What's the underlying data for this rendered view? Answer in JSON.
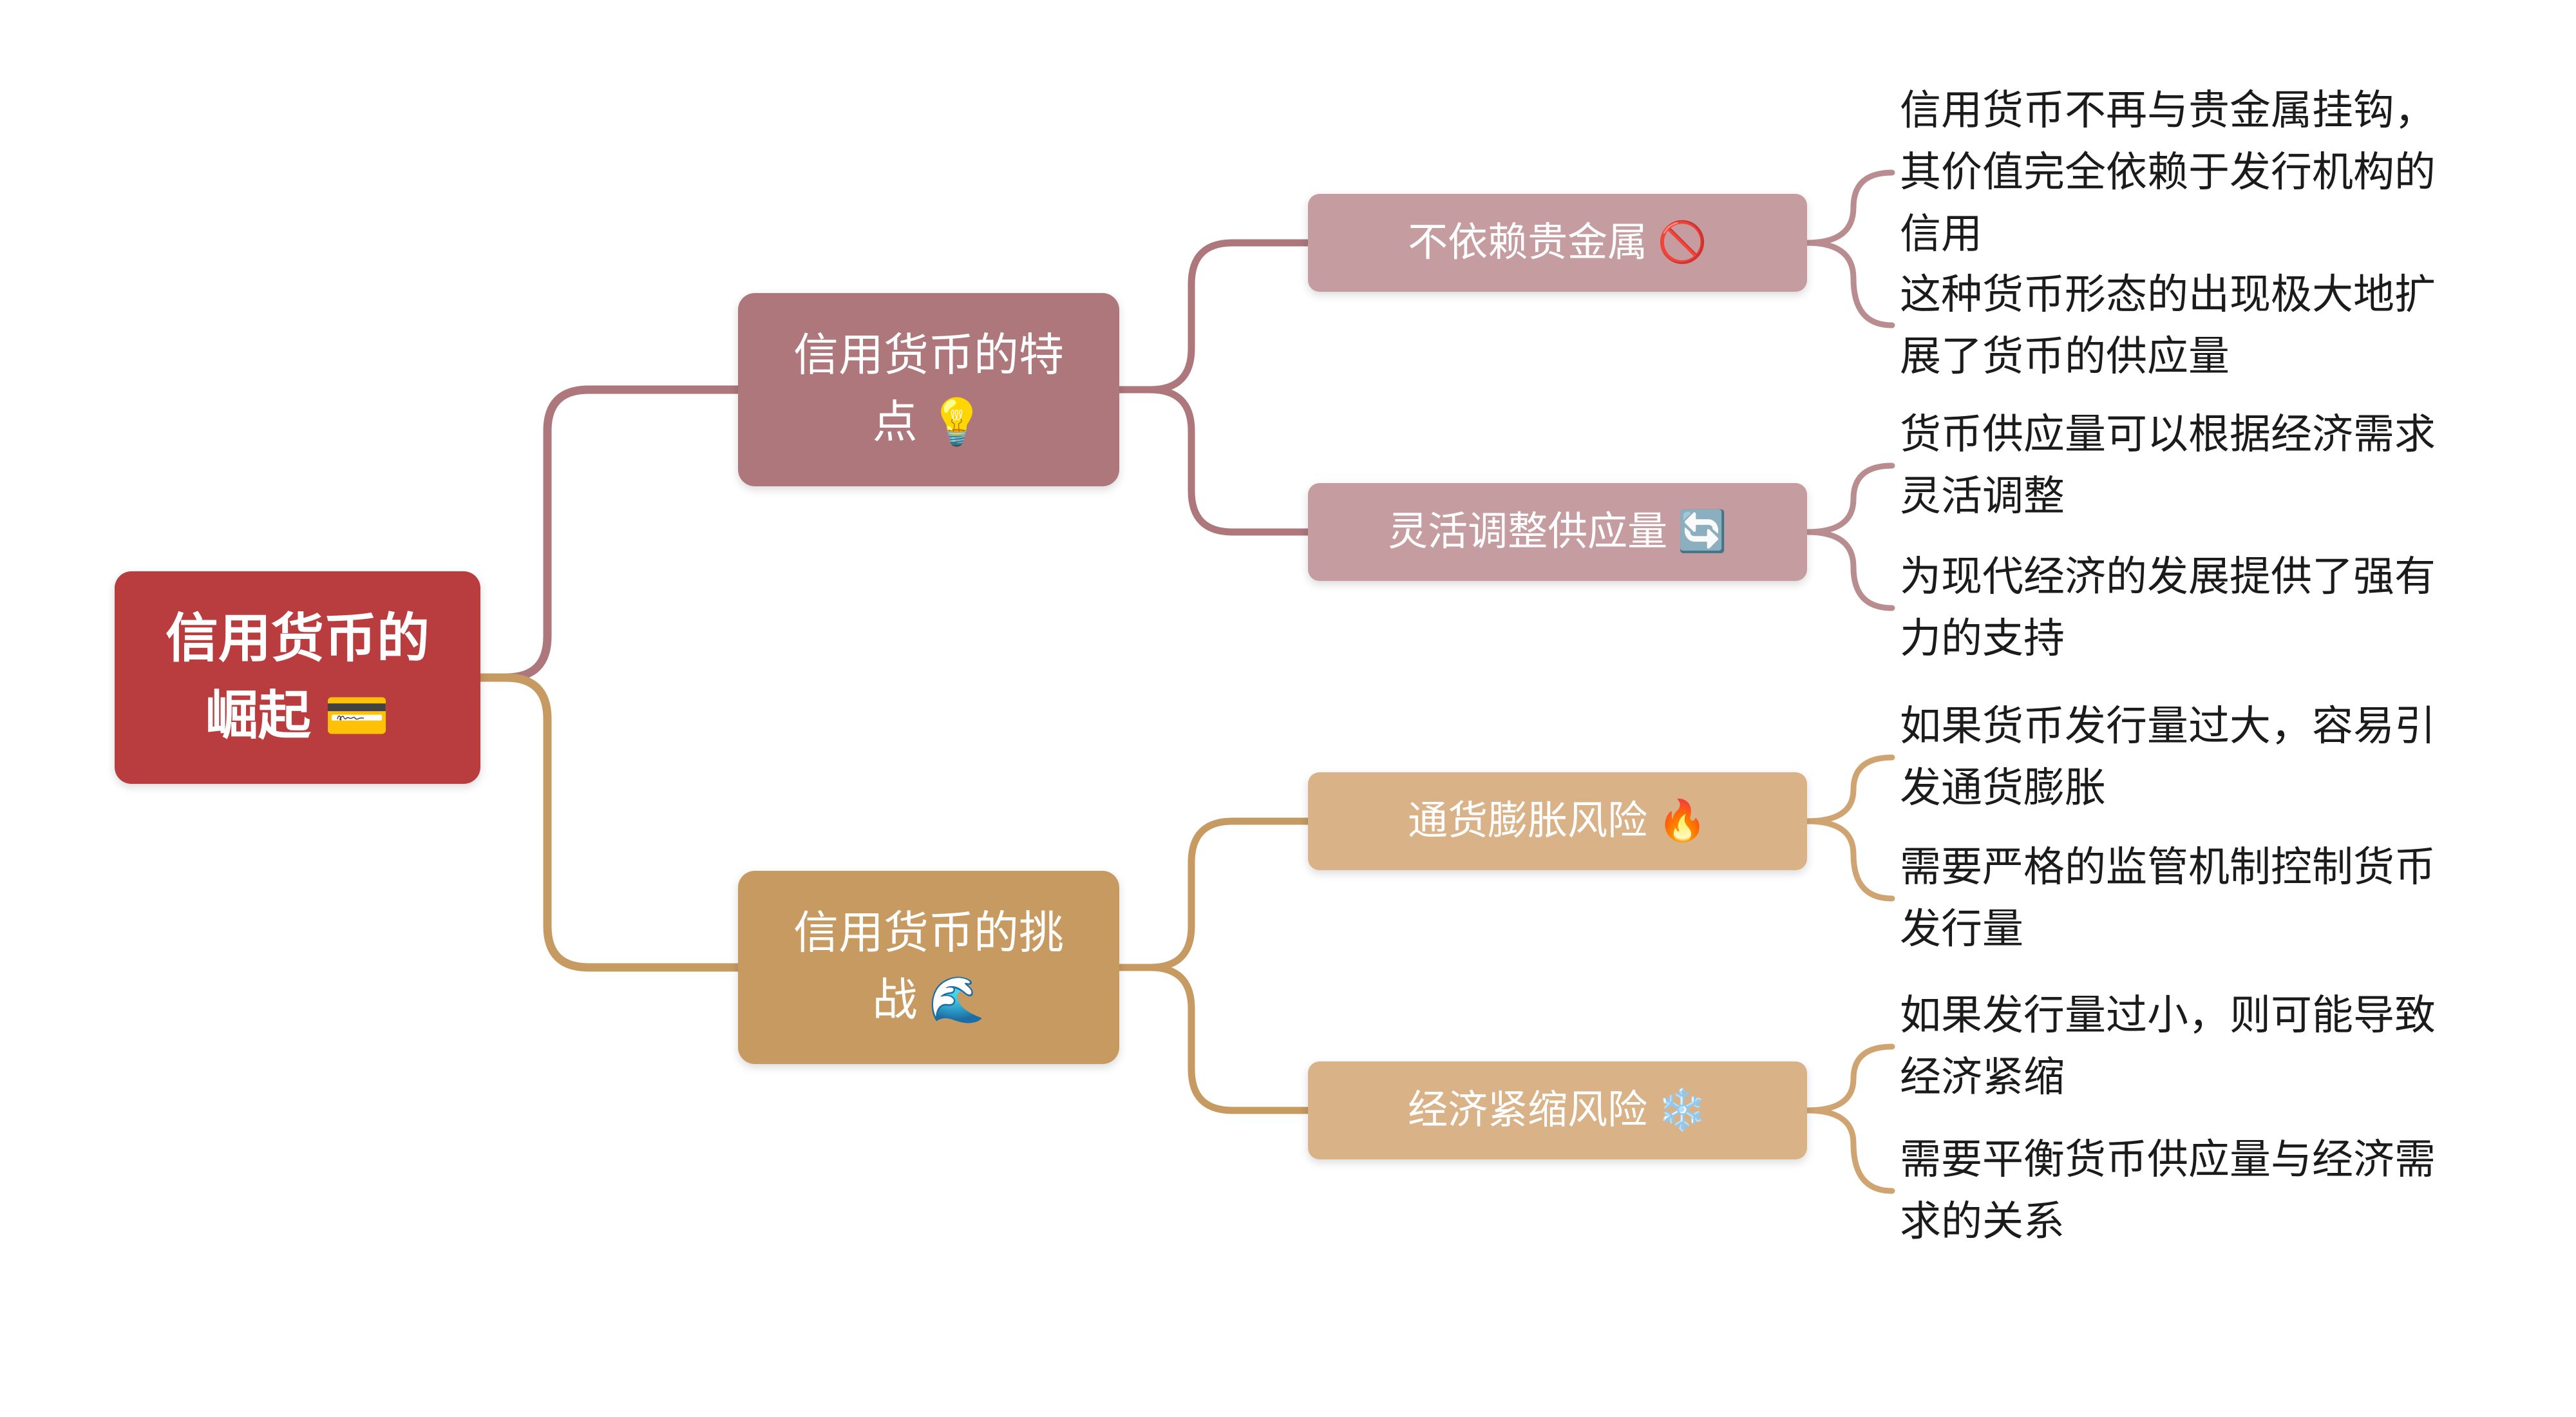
{
  "root": {
    "label_lines": [
      "信用货币的",
      "崛起 💳"
    ]
  },
  "branches": [
    {
      "id": "features",
      "label_lines": [
        "信用货币的特",
        "点 💡"
      ],
      "children": [
        {
          "label": "不依赖贵金属 🚫",
          "notes": [
            "信用货币不再与贵金属挂钩，其价值完全依赖于发行机构的信用",
            "这种货币形态的出现极大地扩展了货币的供应量"
          ]
        },
        {
          "label": "灵活调整供应量 🔄",
          "notes": [
            "货币供应量可以根据经济需求灵活调整",
            "为现代经济的发展提供了强有力的支持"
          ]
        }
      ]
    },
    {
      "id": "challenges",
      "label_lines": [
        "信用货币的挑",
        "战 🌊"
      ],
      "children": [
        {
          "label": "通货膨胀风险 🔥",
          "notes": [
            "如果货币发行量过大，容易引发通货膨胀",
            "需要严格的监管机制控制货币发行量"
          ]
        },
        {
          "label": "经济紧缩风险 ❄️",
          "notes": [
            "如果发行量过小，则可能导致经济紧缩",
            "需要平衡货币供应量与经济需求的关系"
          ]
        }
      ]
    }
  ],
  "colors": {
    "root_bg": "#b93c3e",
    "branch_features_bg": "#ad777b",
    "child_features_bg": "#c59da0",
    "branch_challenges_bg": "#c69a61",
    "child_challenges_bg": "#d9b287",
    "features_line": "#ad777b",
    "challenges_line": "#c69a61",
    "features_sub_line": "#b98d90",
    "challenges_sub_line": "#cfa470",
    "note_text": "#1b1b1b",
    "node_text": "#ffffff"
  }
}
